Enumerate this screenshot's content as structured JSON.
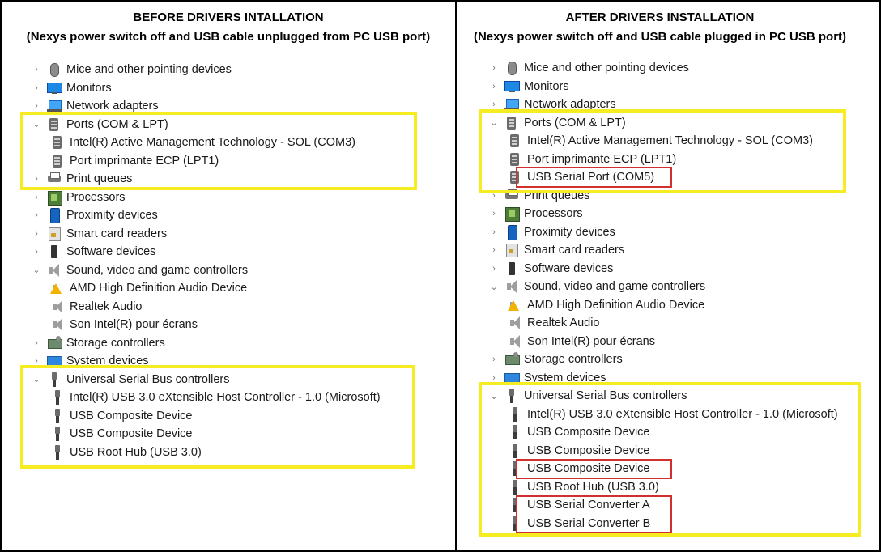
{
  "left": {
    "heading1": "BEFORE DRIVERS INTALLATION",
    "heading2": "(Nexys power switch off and USB cable unplugged from PC USB port)",
    "rows": [
      {
        "label": "Mice and other pointing devices",
        "icon": "mouse-icon",
        "chevron": "›"
      },
      {
        "label": "Monitors",
        "icon": "monitor-icon",
        "chevron": "›"
      },
      {
        "label": "Network adapters",
        "icon": "network-adapter-icon",
        "chevron": "›"
      },
      {
        "label": "Ports (COM & LPT)",
        "icon": "port-icon",
        "chevron": "⌄"
      },
      {
        "label": "Intel(R) Active Management Technology - SOL (COM3)",
        "icon": "port-icon",
        "chevron": ""
      },
      {
        "label": "Port imprimante ECP (LPT1)",
        "icon": "port-icon",
        "chevron": ""
      },
      {
        "label": "Print queues",
        "icon": "printer-icon",
        "chevron": "›"
      },
      {
        "label": "Processors",
        "icon": "processor-icon",
        "chevron": "›"
      },
      {
        "label": "Proximity devices",
        "icon": "proximity-device-icon",
        "chevron": "›"
      },
      {
        "label": "Smart card readers",
        "icon": "smart-card-icon",
        "chevron": "›"
      },
      {
        "label": "Software devices",
        "icon": "software-device-icon",
        "chevron": "›"
      },
      {
        "label": "Sound, video and game controllers",
        "icon": "speaker-icon",
        "chevron": "⌄"
      },
      {
        "label": "AMD High Definition Audio Device",
        "icon": "warning-speaker-icon",
        "chevron": ""
      },
      {
        "label": "Realtek Audio",
        "icon": "speaker-icon",
        "chevron": ""
      },
      {
        "label": "Son Intel(R) pour écrans",
        "icon": "speaker-icon",
        "chevron": ""
      },
      {
        "label": "Storage controllers",
        "icon": "storage-controller-icon",
        "chevron": "›"
      },
      {
        "label": "System devices",
        "icon": "system-device-icon",
        "chevron": "›"
      },
      {
        "label": "Universal Serial Bus controllers",
        "icon": "usb-icon",
        "chevron": "⌄"
      },
      {
        "label": "Intel(R) USB 3.0 eXtensible Host Controller - 1.0 (Microsoft)",
        "icon": "usb-icon",
        "chevron": ""
      },
      {
        "label": "USB Composite Device",
        "icon": "usb-icon",
        "chevron": ""
      },
      {
        "label": "USB Composite Device",
        "icon": "usb-icon",
        "chevron": ""
      },
      {
        "label": "USB Root Hub (USB 3.0)",
        "icon": "usb-icon",
        "chevron": ""
      }
    ]
  },
  "right": {
    "heading1": "AFTER DRIVERS INSTALLATION",
    "heading2": "(Nexys power switch off and USB cable plugged in PC USB port)",
    "rows": [
      {
        "label": "Mice and other pointing devices",
        "icon": "mouse-icon",
        "chevron": "›"
      },
      {
        "label": "Monitors",
        "icon": "monitor-icon",
        "chevron": "›"
      },
      {
        "label": "Network adapters",
        "icon": "network-adapter-icon",
        "chevron": "›"
      },
      {
        "label": "Ports (COM & LPT)",
        "icon": "port-icon",
        "chevron": "⌄"
      },
      {
        "label": "Intel(R) Active Management Technology - SOL (COM3)",
        "icon": "port-icon",
        "chevron": ""
      },
      {
        "label": "Port imprimante ECP (LPT1)",
        "icon": "port-icon",
        "chevron": ""
      },
      {
        "label": "USB Serial Port (COM5)",
        "icon": "port-icon",
        "chevron": ""
      },
      {
        "label": "Print queues",
        "icon": "printer-icon",
        "chevron": "›"
      },
      {
        "label": "Processors",
        "icon": "processor-icon",
        "chevron": "›"
      },
      {
        "label": "Proximity devices",
        "icon": "proximity-device-icon",
        "chevron": "›"
      },
      {
        "label": "Smart card readers",
        "icon": "smart-card-icon",
        "chevron": "›"
      },
      {
        "label": "Software devices",
        "icon": "software-device-icon",
        "chevron": "›"
      },
      {
        "label": "Sound, video and game controllers",
        "icon": "speaker-icon",
        "chevron": "⌄"
      },
      {
        "label": "AMD High Definition Audio Device",
        "icon": "warning-speaker-icon",
        "chevron": ""
      },
      {
        "label": "Realtek Audio",
        "icon": "speaker-icon",
        "chevron": ""
      },
      {
        "label": "Son Intel(R) pour écrans",
        "icon": "speaker-icon",
        "chevron": ""
      },
      {
        "label": "Storage controllers",
        "icon": "storage-controller-icon",
        "chevron": "›"
      },
      {
        "label": "System devices",
        "icon": "system-device-icon",
        "chevron": "›"
      },
      {
        "label": "Universal Serial Bus controllers",
        "icon": "usb-icon",
        "chevron": "⌄"
      },
      {
        "label": "Intel(R) USB 3.0 eXtensible Host Controller - 1.0 (Microsoft)",
        "icon": "usb-icon",
        "chevron": ""
      },
      {
        "label": "USB Composite Device",
        "icon": "usb-icon",
        "chevron": ""
      },
      {
        "label": "USB Composite Device",
        "icon": "usb-icon",
        "chevron": ""
      },
      {
        "label": "USB Composite Device",
        "icon": "usb-icon",
        "chevron": ""
      },
      {
        "label": "USB Root Hub (USB 3.0)",
        "icon": "usb-icon",
        "chevron": ""
      },
      {
        "label": "USB Serial Converter A",
        "icon": "usb-icon",
        "chevron": ""
      },
      {
        "label": "USB Serial Converter B",
        "icon": "usb-icon",
        "chevron": ""
      }
    ]
  },
  "colors": {
    "highlight_yellow": "#f7ec22",
    "highlight_red": "#d0312d"
  }
}
